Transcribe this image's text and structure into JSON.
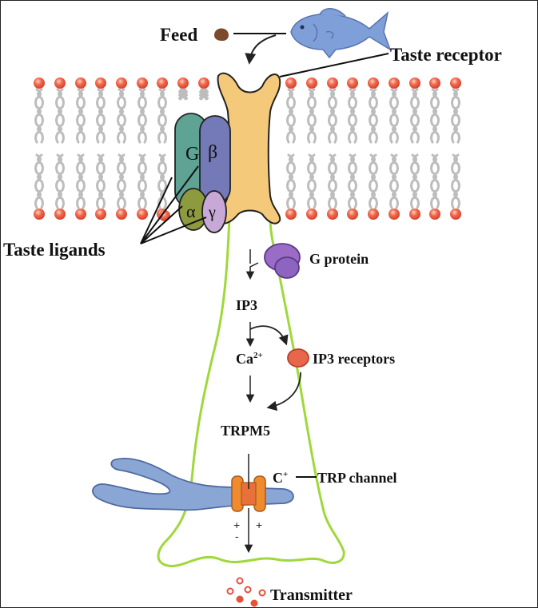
{
  "title": "Taste signaling pathway in fish taste receptor cell",
  "labels": {
    "feed": "Feed",
    "taste_receptor": "Taste receptor",
    "taste_ligands": "Taste ligands",
    "g_protein": "G protein",
    "ip3": "IP3",
    "ca": "Ca",
    "ca_charge": "2+",
    "ip3_receptors": "IP3 receptors",
    "trpm5": "TRPM5",
    "c_ion": "C",
    "c_charge": "+",
    "trp_channel": "TRP channel",
    "transmitter": "Transmitter",
    "plus_left": "+",
    "minus_left": "-",
    "plus_right": "+"
  },
  "subunits": {
    "g": "G",
    "beta": "β",
    "alpha": "α",
    "gamma": "γ"
  },
  "colors": {
    "lipid_head": "#e8503a",
    "lipid_tail": "#bdbdbd",
    "receptor": "#f5c97a",
    "g_subunit": "#5fa394",
    "beta_subunit": "#7479b8",
    "alpha_subunit": "#8e9a3e",
    "gamma_subunit": "#c8a8d6",
    "g_protein": "#9b6cc6",
    "ip3_receptor": "#e8664a",
    "cell_outline": "#9fd83a",
    "nerve": "#8aa6d4",
    "channel": "#ef8a2f",
    "fish": "#7f9fd8",
    "feed": "#7a4a2a"
  }
}
